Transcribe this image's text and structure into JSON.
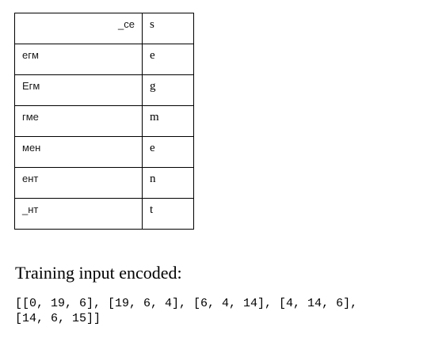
{
  "table": {
    "rows": [
      {
        "left": "_се",
        "right": "s"
      },
      {
        "left": "егм",
        "right": "e"
      },
      {
        "left": "Егм",
        "right": "g"
      },
      {
        "left": "гме",
        "right": "m"
      },
      {
        "left": "мен",
        "right": "e"
      },
      {
        "left": "ент",
        "right": "n"
      },
      {
        "left": "_нт",
        "right": "t"
      }
    ]
  },
  "section": {
    "heading": "Training input encoded:",
    "code": "[[0, 19, 6], [19, 6, 4], [6, 4, 14], [4, 14, 6],\n[14, 6, 15]]"
  }
}
